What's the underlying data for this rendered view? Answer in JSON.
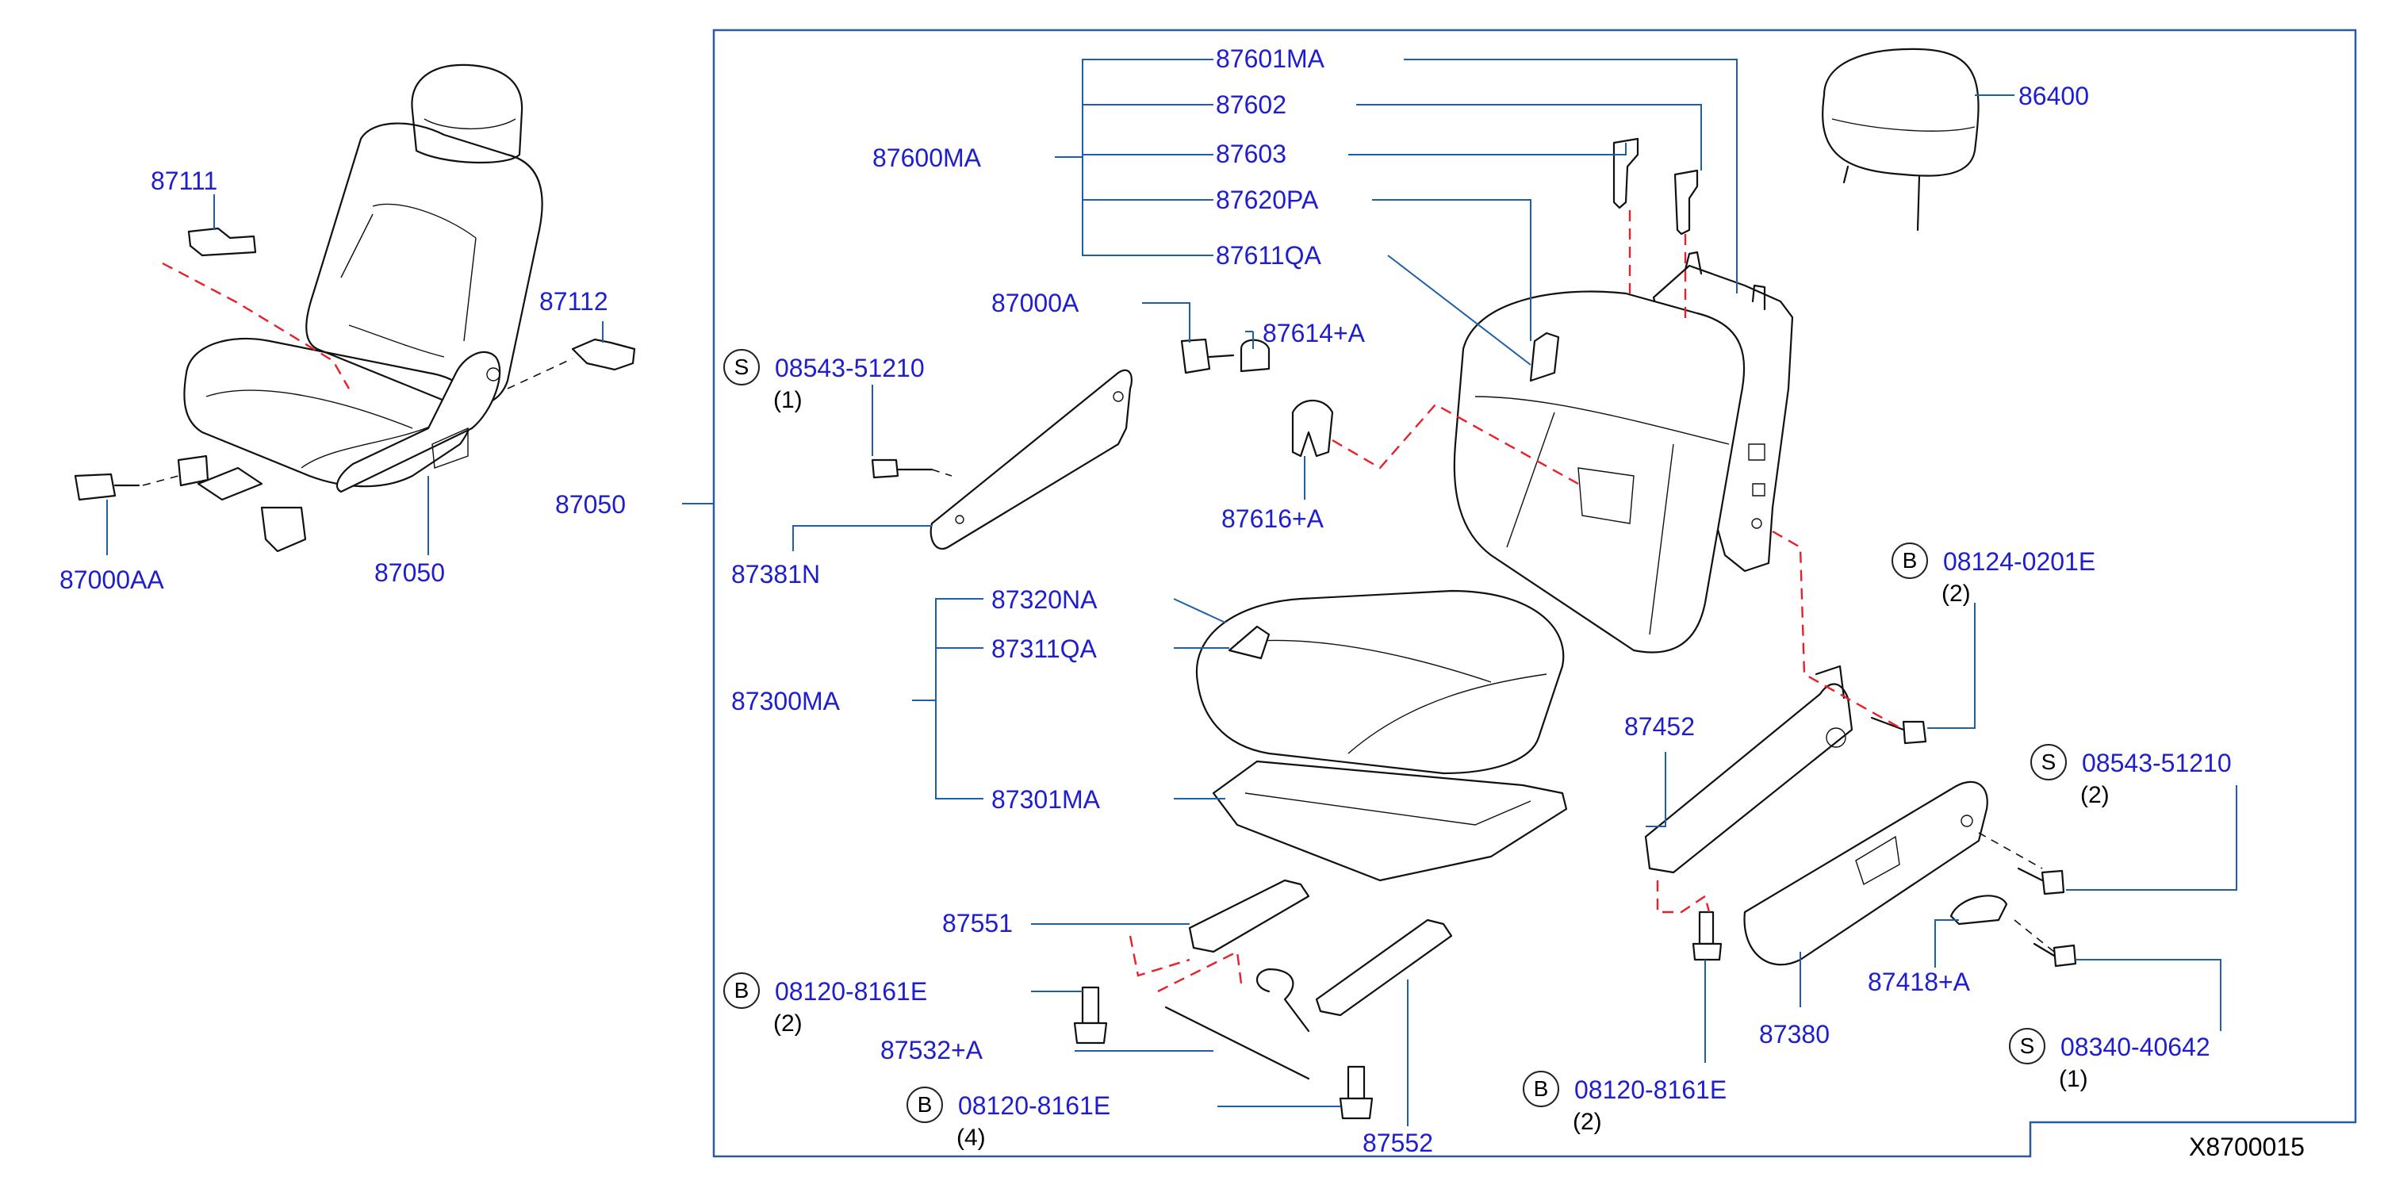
{
  "diagram_code": "X8700015",
  "overview": {
    "labels": {
      "p87111": "87111",
      "p87112": "87112",
      "p87000AA": "87000AA",
      "p87050": "87050"
    }
  },
  "main": {
    "assembly_label": "87050",
    "labels": {
      "p87601MA": "87601MA",
      "p87602": "87602",
      "p87603": "87603",
      "p87620PA": "87620PA",
      "p87611QA": "87611QA",
      "p87600MA": "87600MA",
      "p86400": "86400",
      "p87000A": "87000A",
      "p87614A": "87614+A",
      "p87616A": "87616+A",
      "p87381N": "87381N",
      "p87320NA": "87320NA",
      "p87311QA": "87311QA",
      "p87300MA": "87300MA",
      "p87301MA": "87301MA",
      "p87452": "87452",
      "p87551": "87551",
      "p87532A": "87532+A",
      "p87552": "87552",
      "p87380": "87380",
      "p87418A": "87418+A"
    },
    "fasteners": [
      {
        "badge": "S",
        "code": "08543-51210",
        "qty": "(1)"
      },
      {
        "badge": "B",
        "code": "08124-0201E",
        "qty": "(2)"
      },
      {
        "badge": "S",
        "code": "08543-51210",
        "qty": "(2)"
      },
      {
        "badge": "B",
        "code": "08120-8161E",
        "qty": "(2)"
      },
      {
        "badge": "B",
        "code": "08120-8161E",
        "qty": "(4)"
      },
      {
        "badge": "B",
        "code": "08120-8161E",
        "qty": "(2)"
      },
      {
        "badge": "S",
        "code": "08340-40642",
        "qty": "(1)"
      }
    ]
  },
  "colors": {
    "label": "#1e1ecf",
    "leader": "#1f5fa8",
    "frame": "#2a5aa0",
    "hidden_line": "#e8202a"
  }
}
